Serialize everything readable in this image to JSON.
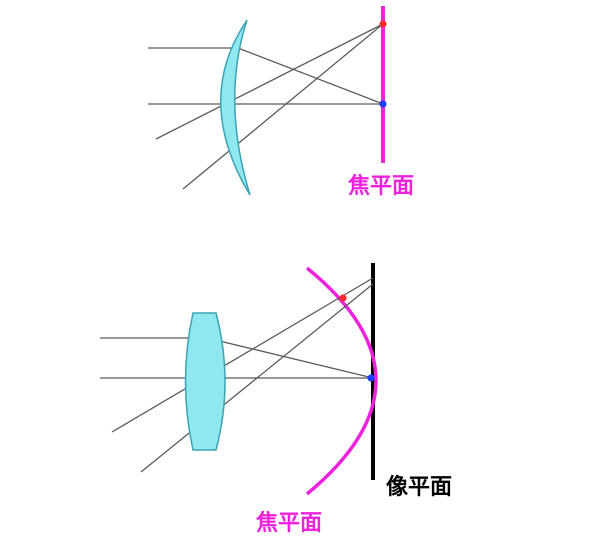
{
  "colors": {
    "background": "#ffffff",
    "ray": "#5a5a5a",
    "lens_fill": "#8fe8ee",
    "lens_stroke": "#3aa3b5",
    "focal_plane": "#ee22dd",
    "image_plane": "#000000",
    "point_red": "#ff2a2a",
    "point_blue": "#1a3dff"
  },
  "top_panel": {
    "focal_plane_label": "焦平面"
  },
  "bottom_panel": {
    "image_plane_label": "像平面",
    "focal_plane_label": "焦平面"
  }
}
